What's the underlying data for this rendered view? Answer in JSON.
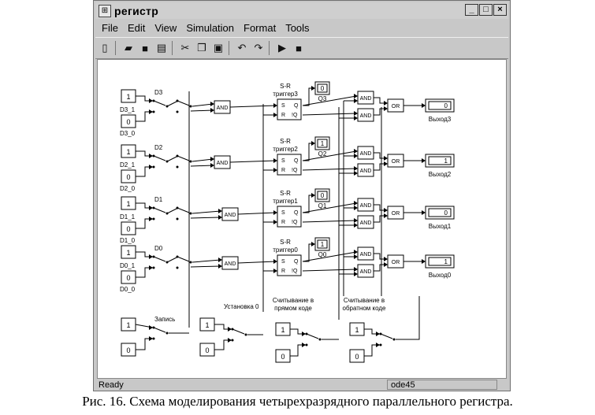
{
  "window": {
    "title": "регистр"
  },
  "menu": [
    "File",
    "Edit",
    "View",
    "Simulation",
    "Format",
    "Tools"
  ],
  "toolbar_icons": [
    "new-file-icon",
    "open-folder-icon",
    "save-icon",
    "print-icon",
    "cut-icon",
    "copy-icon",
    "paste-icon",
    "undo-icon",
    "redo-icon",
    "play-icon",
    "stop-icon"
  ],
  "blocks": {
    "constants": [
      "1",
      "0",
      "1",
      "0",
      "1",
      "0",
      "1",
      "0",
      "1",
      "0",
      "1",
      "0",
      "1",
      "0",
      "1",
      "0"
    ],
    "const_labels": [
      "D3_1",
      "D3_0",
      "D2_1",
      "D2_0",
      "D1_1",
      "D1_0",
      "D0_1",
      "D0_0"
    ],
    "switch_labels": [
      "D3",
      "D2",
      "D1",
      "D0",
      "Запись",
      "Установка 0",
      "Считывание в прямом коде",
      "Считывание в обратном коде"
    ],
    "and_label": "AND",
    "or_label": "OR",
    "trigger_labels": [
      "S-R триггер3",
      "S-R триггер2",
      "S-R триггер1",
      "S-R триггер0"
    ],
    "trigger_ports": {
      "s": "S",
      "q": "Q",
      "r": "R",
      "nq": "!Q"
    },
    "q_displays": [
      {
        "label": "Q3",
        "value": "0"
      },
      {
        "label": "Q2",
        "value": "1"
      },
      {
        "label": "Q1",
        "value": "0"
      },
      {
        "label": "Q0",
        "value": "1"
      }
    ],
    "outputs": [
      {
        "label": "Выход3",
        "value": "0"
      },
      {
        "label": "Выход2",
        "value": "1"
      },
      {
        "label": "Выход1",
        "value": "0"
      },
      {
        "label": "Выход0",
        "value": "1"
      }
    ]
  },
  "status": {
    "left": "Ready",
    "solver": "ode45"
  },
  "caption": "Рис. 16. Схема моделирования четырехразрядного параллельного регистра."
}
